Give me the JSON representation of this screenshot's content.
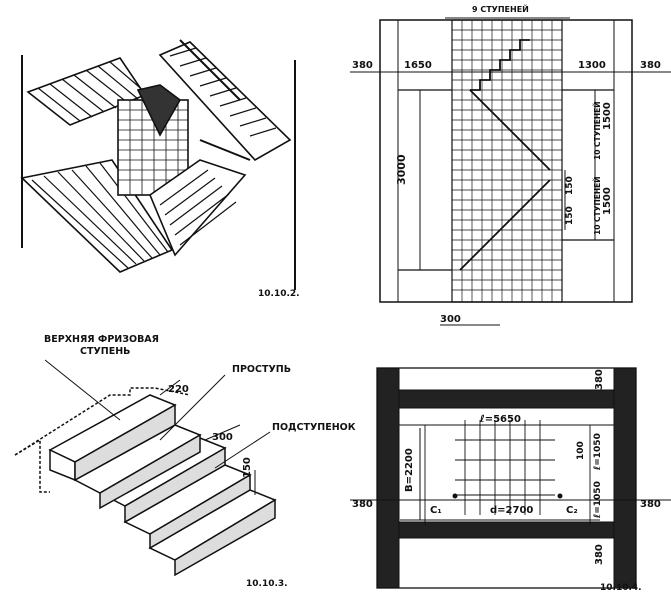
{
  "figure_2": {
    "caption": "10.10.2.",
    "labels": {
      "steps_top": "9 СТУПЕНЕЙ",
      "steps_right_upper": "10 СТУПЕНЕЙ",
      "steps_right_lower": "10 СТУПЕНЕЙ",
      "dim_380_left": "380",
      "dim_1650": "1650",
      "dim_1300": "1300",
      "dim_380_right": "380",
      "dim_3000": "3000",
      "dim_1500_upper": "1500",
      "dim_1500_lower": "1500",
      "dim_150_a": "150",
      "dim_150_b": "150",
      "dim_300": "300"
    }
  },
  "figure_3": {
    "caption": "10.10.3.",
    "labels": {
      "top_step_line1": "ВЕРХНЯЯ ФРИЗОВАЯ",
      "top_step_line2": "СТУПЕНЬ",
      "tread": "ПРОСТУПЬ",
      "riser": "ПОДСТУПЕНОК",
      "dim_220": "220",
      "dim_300": "300",
      "dim_150": "150"
    }
  },
  "figure_4": {
    "caption": "10.10.4.",
    "labels": {
      "dim_380_top_right": "380",
      "dim_l": "ℓ=5650",
      "dim_l_small": "ℓ=1050",
      "dim_100": "100",
      "dim_B": "В=2200",
      "dim_l_1050": "ℓ=1050",
      "dim_380_left": "380",
      "point_c1": "C₁",
      "dim_d": "d=2700",
      "point_c2": "C₂",
      "dim_380_right": "380",
      "dim_380_bottom_right": "380"
    }
  }
}
